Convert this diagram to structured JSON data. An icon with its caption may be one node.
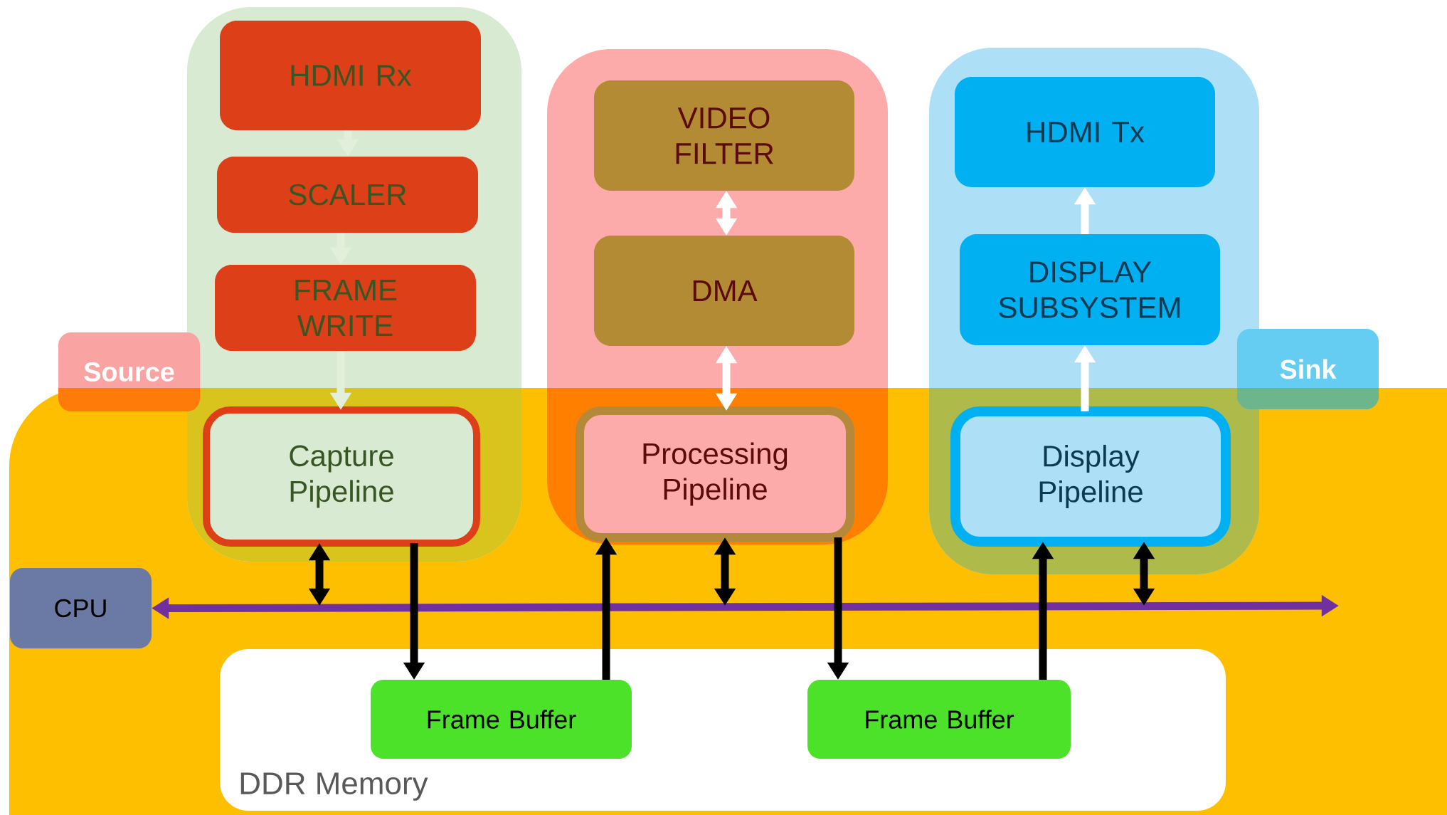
{
  "diagram": {
    "nodes": [
      {
        "text": [],
        "shape": "box"
      },
      {
        "text": [
          "HDMI Rx"
        ],
        "in": 0
      },
      {
        "text": [
          "SCALER"
        ],
        "in": 0
      },
      {
        "text": [
          "FRAME WRITE"
        ],
        "in": 0
      },
      {
        "text": [
          "Capture Pipeline"
        ],
        "in": 0
      },
      {
        "text": [],
        "shape": "box"
      },
      {
        "text": [
          "VIDEO FILTER"
        ],
        "in": 5
      },
      {
        "text": [
          "DMA"
        ],
        "in": 5
      },
      {
        "text": [
          "Processing Pipeline"
        ],
        "in": 5
      },
      {
        "text": [],
        "shape": "box"
      },
      {
        "text": [
          "HDMI Tx"
        ],
        "in": 9
      },
      {
        "text": [
          "DISPLAY SUBSYSTEM"
        ],
        "in": 9
      },
      {
        "text": [
          "Display Pipeline"
        ],
        "in": 9
      },
      {
        "text": [
          "Source"
        ]
      },
      {
        "text": [
          "Sink"
        ]
      },
      {
        "text": [
          "CPU"
        ]
      },
      {
        "text": [
          "DDR Memory"
        ]
      },
      {
        "text": [
          "Frame Buffer"
        ],
        "in": 16
      },
      {
        "text": [
          "Frame Buffer"
        ],
        "in": 16
      }
    ],
    "edges": [
      {
        "from": 1,
        "to": 2,
        "arrow": "to",
        "color": "#e2efda"
      },
      {
        "from": 2,
        "to": 3,
        "arrow": "to",
        "color": "#e2efda"
      },
      {
        "from": 3,
        "to": 4,
        "arrow": "to",
        "color": "#e2efda"
      },
      {
        "from": 6,
        "to": 7,
        "arrow": "both",
        "color": "#ffffff"
      },
      {
        "from": 7,
        "to": 8,
        "arrow": "both",
        "color": "#ffffff"
      },
      {
        "from": 11,
        "to": 10,
        "arrow": "to",
        "color": "#ffffff"
      },
      {
        "from": 12,
        "to": 11,
        "arrow": "to",
        "color": "#ffffff"
      },
      {
        "from": 15,
        "to": null,
        "arrow": "both",
        "color": "#7030a0"
      },
      {
        "from": 4,
        "to": null,
        "arrow": "both",
        "color": "#000000"
      },
      {
        "from": 4,
        "to": 17,
        "arrow": "to",
        "color": "#000000"
      },
      {
        "from": 17,
        "to": 8,
        "arrow": "to",
        "color": "#000000"
      },
      {
        "from": 8,
        "to": null,
        "arrow": "both",
        "color": "#000000"
      },
      {
        "from": 8,
        "to": 18,
        "arrow": "to",
        "color": "#000000"
      },
      {
        "from": 18,
        "to": 12,
        "arrow": "to",
        "color": "#000000"
      },
      {
        "from": 12,
        "to": null,
        "arrow": "both",
        "color": "#000000"
      }
    ]
  }
}
